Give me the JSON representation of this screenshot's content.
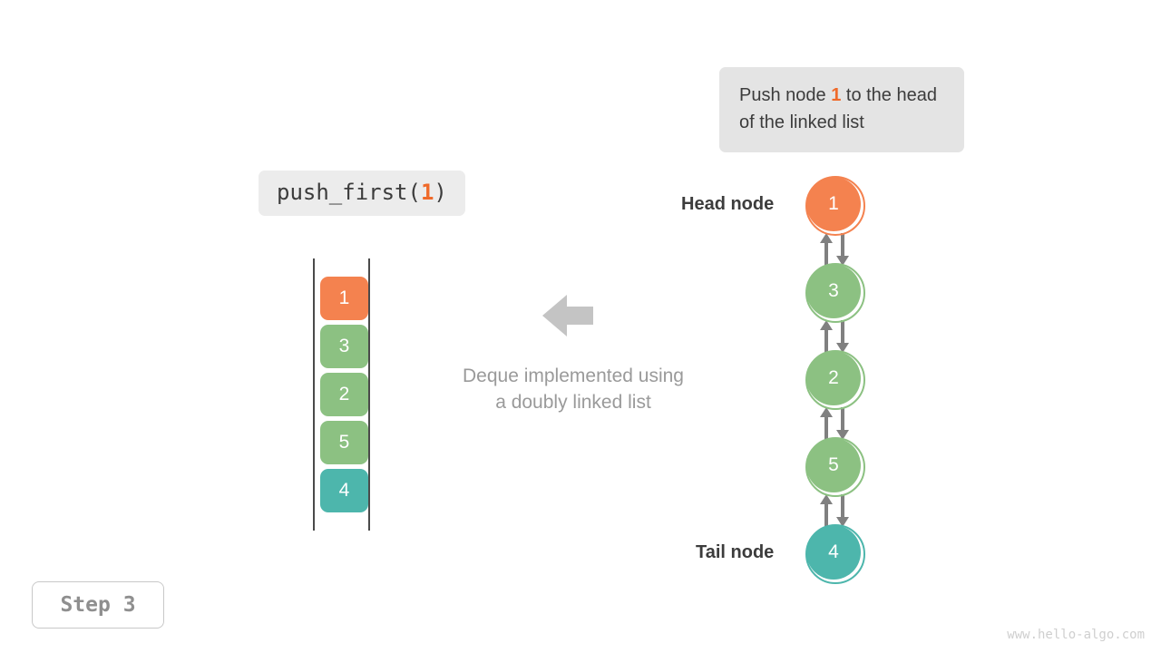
{
  "callout": {
    "text_before": "Push node ",
    "highlight": "1",
    "text_after": " to the head of the linked list"
  },
  "code_label": {
    "prefix": "push_first(",
    "argument": "1",
    "suffix": ")"
  },
  "caption": {
    "line1": "Deque implemented using",
    "line2": "a doubly linked list"
  },
  "array": {
    "cells": [
      {
        "value": "1",
        "color": "#f4824f"
      },
      {
        "value": "3",
        "color": "#8cc182"
      },
      {
        "value": "2",
        "color": "#8cc182"
      },
      {
        "value": "5",
        "color": "#8cc182"
      },
      {
        "value": "4",
        "color": "#4db6ac"
      }
    ]
  },
  "linked_list": {
    "head_label": "Head node",
    "tail_label": "Tail node",
    "nodes": [
      {
        "value": "1",
        "color": "#f4824f"
      },
      {
        "value": "3",
        "color": "#8cc182"
      },
      {
        "value": "2",
        "color": "#8cc182"
      },
      {
        "value": "5",
        "color": "#8cc182"
      },
      {
        "value": "4",
        "color": "#4db6ac"
      }
    ]
  },
  "step_badge": {
    "label": "Step 3"
  },
  "watermark": {
    "text": "www.hello-algo.com"
  },
  "colors": {
    "orange": "#f4824f",
    "green": "#8cc182",
    "teal": "#4db6ac",
    "arrow_gray": "#808080",
    "flow_arrow_gray": "#c4c4c4",
    "callout_bg": "#e4e4e4",
    "code_bg": "#ececec",
    "text_dark": "#3c3c3c",
    "text_muted": "#9a9a9a"
  }
}
